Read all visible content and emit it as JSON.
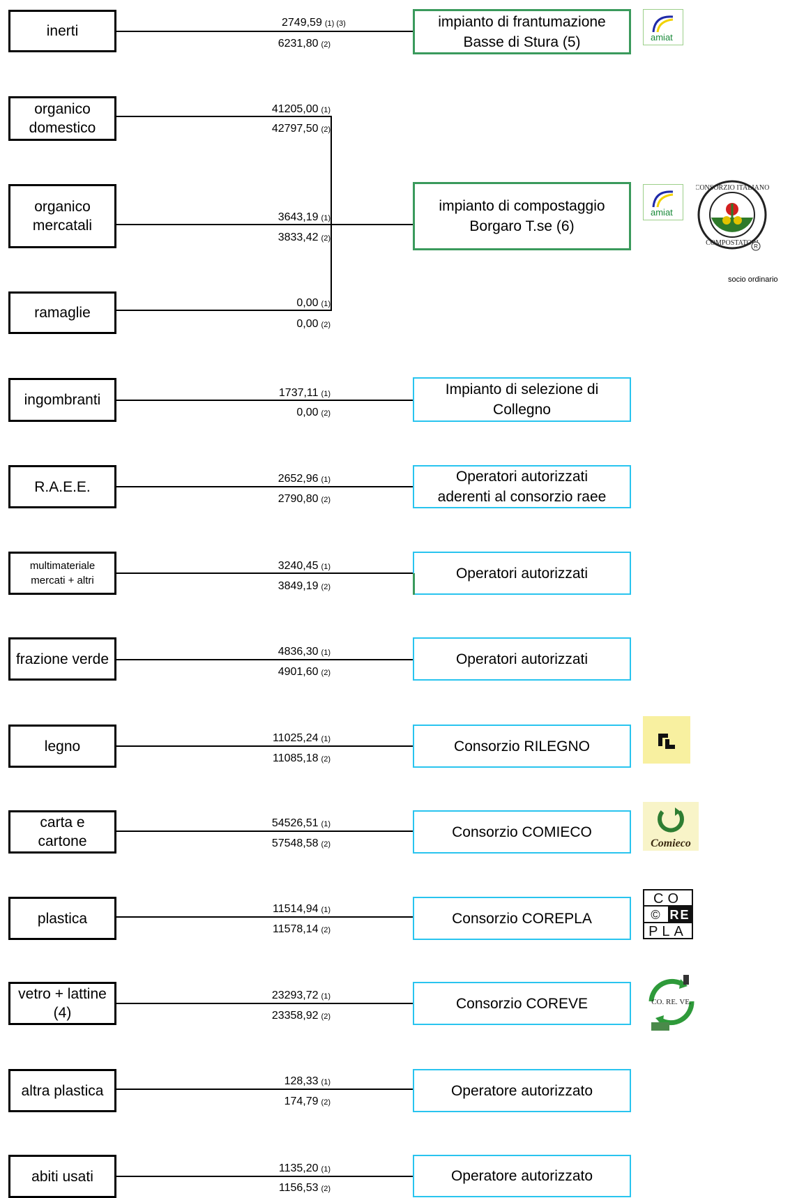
{
  "sources": {
    "inerti": "inerti",
    "organico_domestico": "organico\ndomestico",
    "organico_mercatali": "organico\nmercatali",
    "ramaglie": "ramaglie",
    "ingombranti": "ingombranti",
    "raee": "R.A.E.E.",
    "multimateriale": "multimateriale\nmercati + altri",
    "frazione_verde": "frazione verde",
    "legno": "legno",
    "carta": "carta e\ncartone",
    "plastica": "plastica",
    "vetro": "vetro + lattine\n(4)",
    "altra_plastica": "altra plastica",
    "abiti": "abiti usati"
  },
  "destinations": {
    "frantumazione": "impianto di frantumazione\nBasse di Stura  (5)",
    "compostaggio": "impianto di compostaggio\nBorgaro T.se (6)",
    "selezione": "Impianto di selezione di\nCollegno",
    "raee_op": "Operatori autorizzati\naderenti al consorzio raee",
    "operatori_1": "Operatori autorizzati",
    "operatori_2": "Operatori autorizzati",
    "rilegno": "Consorzio RILEGNO",
    "comieco": "Consorzio COMIECO",
    "corepla": "Consorzio COREPLA",
    "coreve": "Consorzio COREVE",
    "operatore_1": "Operatore autorizzato",
    "operatore_2": "Operatore autorizzato"
  },
  "values": {
    "inerti_1": "2749,59",
    "inerti_1_tag": "(1)  (3)",
    "inerti_2": "6231,80",
    "org_dom_1": "41205,00",
    "org_dom_2": "42797,50",
    "org_merc_1": "3643,19",
    "org_merc_2": "3833,42",
    "ramaglie_1": "0,00",
    "ramaglie_2": "0,00",
    "ingombranti_1": "1737,11",
    "ingombranti_2": "0,00",
    "raee_1": "2652,96",
    "raee_2": "2790,80",
    "multi_1": "3240,45",
    "multi_2": "3849,19",
    "verde_1": "4836,30",
    "verde_2": "4901,60",
    "legno_1": "11025,24",
    "legno_2": "11085,18",
    "carta_1": "54526,51",
    "carta_2": "57548,58",
    "plastica_1": "11514,94",
    "plastica_2": "11578,14",
    "vetro_1": "23293,72",
    "vetro_2": "23358,92",
    "altra_1": "128,33",
    "altra_2": "174,79",
    "abiti_1": "1135,20",
    "abiti_2": "1156,53"
  },
  "tags": {
    "t1": "(1)",
    "t2": "(2)"
  },
  "logos": {
    "amiat": "amiat",
    "cic_top": "CONSORZIO ITALIANO",
    "cic_bottom": "COMPOSTATORI",
    "socio": "socio ordinario",
    "comieco": "Comieco",
    "corepla_1": "CO",
    "corepla_2": "RE",
    "corepla_3": "PLA",
    "coreve": "CO. RE. VE."
  },
  "colors": {
    "green_border": "#3a9a5c",
    "cyan_border": "#29c4ef",
    "rilegno_bg": "#f8f0a0"
  }
}
